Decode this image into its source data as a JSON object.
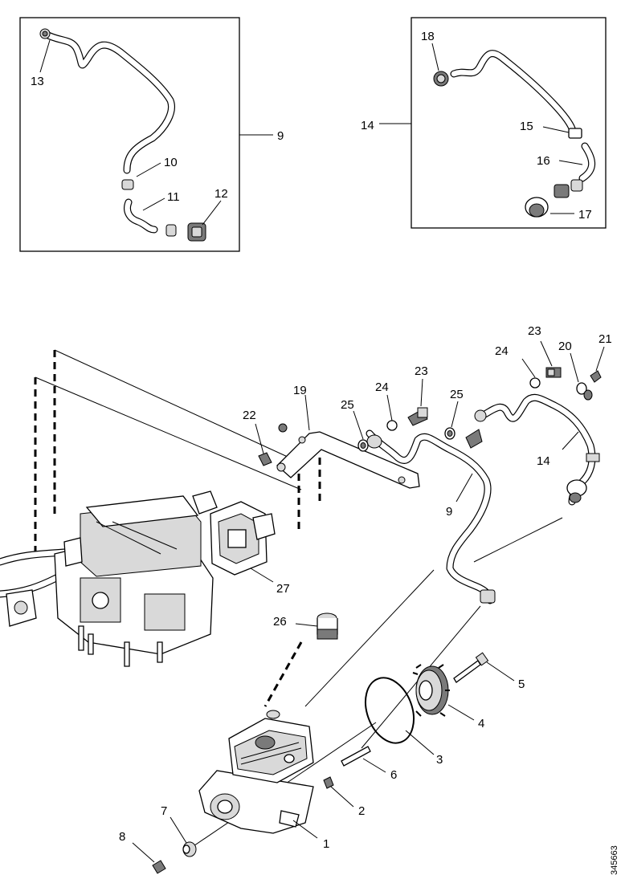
{
  "diagram": {
    "reference": "345663",
    "callouts": {
      "c1": "1",
      "c2": "2",
      "c3": "3",
      "c4": "4",
      "c5": "5",
      "c6": "6",
      "c7": "7",
      "c8": "8",
      "c9_box": "9",
      "c9_main": "9",
      "c10": "10",
      "c11": "11",
      "c12": "12",
      "c13": "13",
      "c14_box": "14",
      "c14_main": "14",
      "c15": "15",
      "c16": "16",
      "c17": "17",
      "c18": "18",
      "c19": "19",
      "c20": "20",
      "c21": "21",
      "c22": "22",
      "c23_a": "23",
      "c23_b": "23",
      "c24_a": "24",
      "c24_b": "24",
      "c25_a": "25",
      "c25_b": "25",
      "c26": "26",
      "c27": "27"
    }
  }
}
